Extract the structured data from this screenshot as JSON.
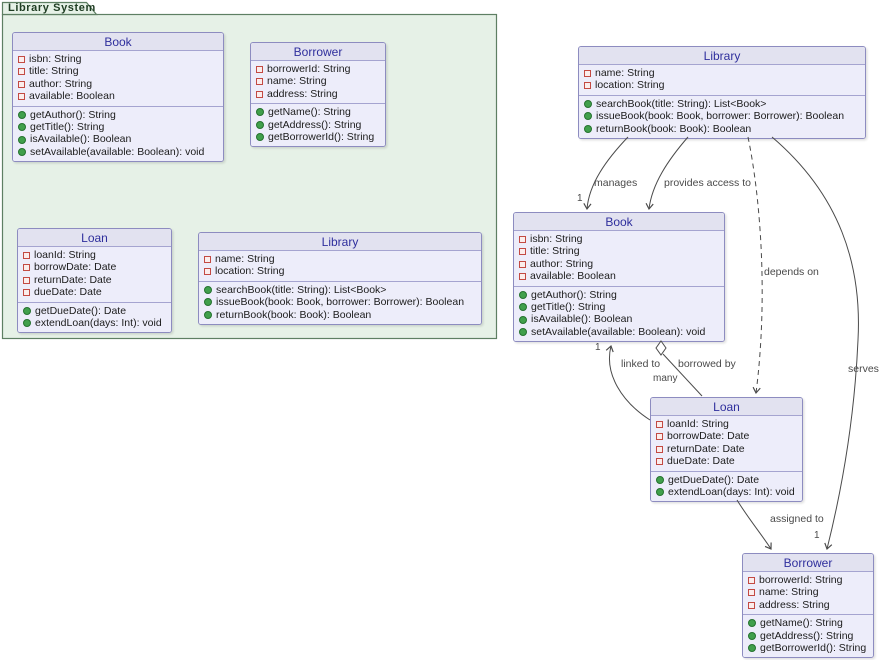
{
  "package": {
    "label": "Library System"
  },
  "classes": [
    {
      "id": "book-left",
      "title": "Book",
      "attributes": [
        "isbn: String",
        "title: String",
        "author: String",
        "available: Boolean"
      ],
      "methods": [
        "getAuthor(): String",
        "getTitle(): String",
        "isAvailable(): Boolean",
        "setAvailable(available: Boolean): void"
      ]
    },
    {
      "id": "borrower-left",
      "title": "Borrower",
      "attributes": [
        "borrowerId: String",
        "name: String",
        "address: String"
      ],
      "methods": [
        "getName(): String",
        "getAddress(): String",
        "getBorrowerId(): String"
      ]
    },
    {
      "id": "loan-left",
      "title": "Loan",
      "attributes": [
        "loanId: String",
        "borrowDate: Date",
        "returnDate: Date",
        "dueDate: Date"
      ],
      "methods": [
        "getDueDate(): Date",
        "extendLoan(days: Int): void"
      ]
    },
    {
      "id": "library-left",
      "title": "Library",
      "attributes": [
        "name: String",
        "location: String"
      ],
      "methods": [
        "searchBook(title: String): List<Book>",
        "issueBook(book: Book, borrower: Borrower): Boolean",
        "returnBook(book: Book): Boolean"
      ]
    },
    {
      "id": "library-right",
      "title": "Library",
      "attributes": [
        "name: String",
        "location: String"
      ],
      "methods": [
        "searchBook(title: String): List<Book>",
        "issueBook(book: Book, borrower: Borrower): Boolean",
        "returnBook(book: Book): Boolean"
      ]
    },
    {
      "id": "book-right",
      "title": "Book",
      "attributes": [
        "isbn: String",
        "title: String",
        "author: String",
        "available: Boolean"
      ],
      "methods": [
        "getAuthor(): String",
        "getTitle(): String",
        "isAvailable(): Boolean",
        "setAvailable(available: Boolean): void"
      ]
    },
    {
      "id": "loan-right",
      "title": "Loan",
      "attributes": [
        "loanId: String",
        "borrowDate: Date",
        "returnDate: Date",
        "dueDate: Date"
      ],
      "methods": [
        "getDueDate(): Date",
        "extendLoan(days: Int): void"
      ]
    },
    {
      "id": "borrower-right",
      "title": "Borrower",
      "attributes": [
        "borrowerId: String",
        "name: String",
        "address: String"
      ],
      "methods": [
        "getName(): String",
        "getAddress(): String",
        "getBorrowerId(): String"
      ]
    }
  ],
  "edges": [
    {
      "from": "Library",
      "to": "Book",
      "label": "manages",
      "multiplicity": "1",
      "style": "solid-arrow"
    },
    {
      "from": "Library",
      "to": "Book",
      "label": "provides access to",
      "style": "solid-arrow"
    },
    {
      "from": "Library",
      "to": "Loan",
      "label": "depends on",
      "style": "dashed-arrow"
    },
    {
      "from": "Library",
      "to": "Borrower",
      "label": "serves",
      "multiplicity": "1",
      "style": "solid-arrow"
    },
    {
      "from": "Loan",
      "to": "Book",
      "label": "linked to",
      "multiplicity": "1",
      "style": "solid-arrow"
    },
    {
      "from": "Book",
      "to": "Loan",
      "label": "borrowed by",
      "multiplicity": "many",
      "style": "aggregation-diamond"
    },
    {
      "from": "Loan",
      "to": "Borrower",
      "label": "assigned to",
      "style": "solid-arrow"
    }
  ],
  "colors": {
    "package_fill": "#E6F1E7",
    "package_border": "#5E7F63",
    "class_fill": "#EDEDFA",
    "class_header_fill": "#E2E2F0",
    "class_border": "#8D8CC0",
    "class_title_text": "#2F2F9D",
    "member_text": "#1C1C1C",
    "field_icon_color": "#C34A43",
    "method_icon_color": "#41A04C",
    "edge_color": "#4A4A4A",
    "label_text": "#4A4A4A",
    "package_title_text": "#1F3D23"
  }
}
